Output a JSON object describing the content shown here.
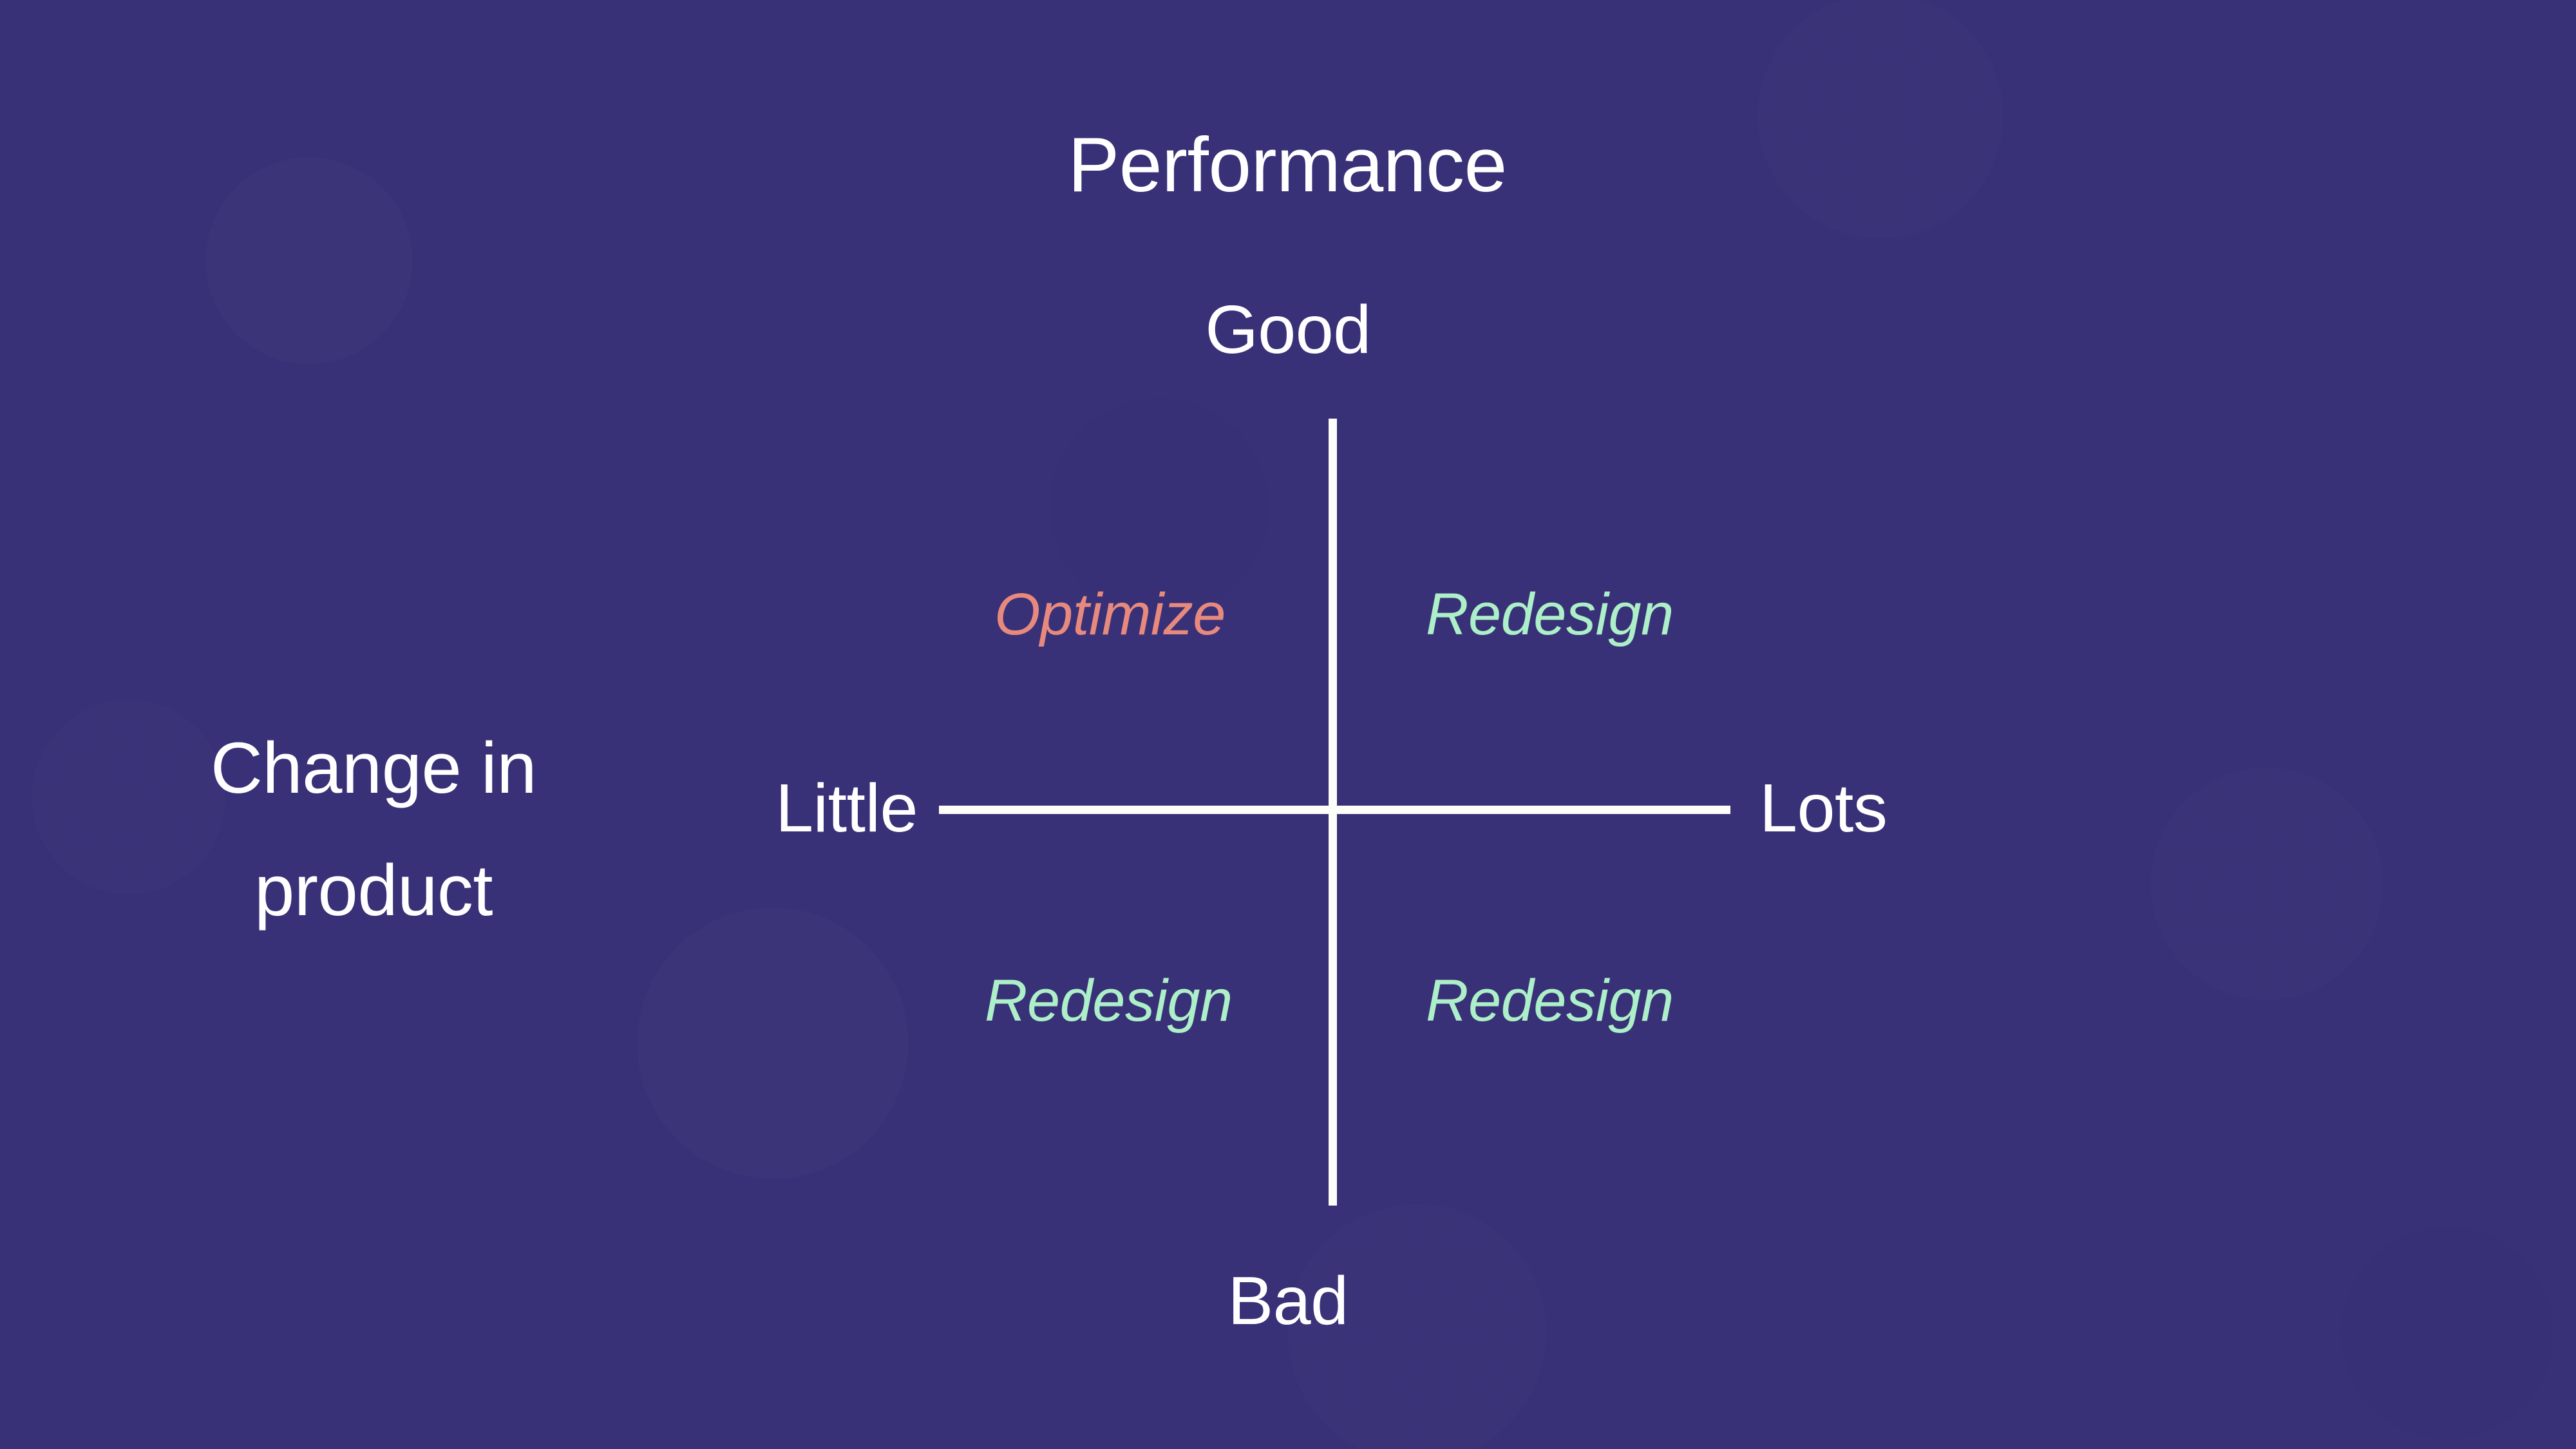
{
  "chart_data": {
    "type": "scatter",
    "title": "Performance",
    "subtype": "2x2 quadrant matrix",
    "xlabel": "Change in product",
    "ylabel": "Performance",
    "x_axis": {
      "name": "Change in product",
      "low_label": "Little",
      "high_label": "Lots"
    },
    "y_axis": {
      "name": "Performance",
      "high_label": "Good",
      "low_label": "Bad"
    },
    "grid": false,
    "legend": "none",
    "quadrants": [
      {
        "position": "top-left",
        "x": "Little",
        "y": "Good",
        "label": "Optimize",
        "color": "#e8897e"
      },
      {
        "position": "top-right",
        "x": "Lots",
        "y": "Good",
        "label": "Redesign",
        "color": "#acefc8"
      },
      {
        "position": "bottom-left",
        "x": "Little",
        "y": "Bad",
        "label": "Redesign",
        "color": "#acefc8"
      },
      {
        "position": "bottom-right",
        "x": "Lots",
        "y": "Bad",
        "label": "Redesign",
        "color": "#acefc8"
      }
    ]
  },
  "slide": {
    "background_color": "#393177",
    "axis_line_color": "#fdfdfa",
    "text_color": "#ffffff",
    "title": "Performance",
    "axis_title_lines": [
      "Change in",
      "product"
    ],
    "axis_title_full": "Change in product",
    "pole_labels": {
      "top": "Good",
      "bottom": "Bad",
      "left": "Little",
      "right": "Lots"
    },
    "quadrant_labels": {
      "top_left": "Optimize",
      "top_right": "Redesign",
      "bottom_left": "Redesign",
      "bottom_right": "Redesign"
    },
    "accent_colors": {
      "optimize": "#e8897e",
      "redesign": "#acefc8"
    }
  }
}
